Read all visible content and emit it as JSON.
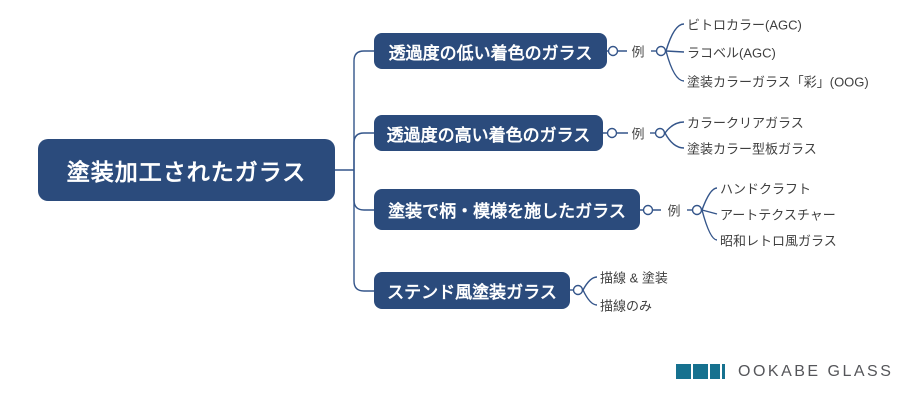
{
  "root": {
    "label": "塗装加工されたガラス"
  },
  "branches": [
    {
      "label": "透過度の低い着色のガラス",
      "example_label": "例",
      "children": [
        "ビトロカラー(AGC)",
        "ラコベル(AGC)",
        "塗装カラーガラス「彩」(OOG)"
      ]
    },
    {
      "label": "透過度の高い着色のガラス",
      "example_label": "例",
      "children": [
        "カラークリアガラス",
        "塗装カラー型板ガラス"
      ]
    },
    {
      "label": "塗装で柄・模様を施したガラス",
      "example_label": "例",
      "children": [
        "ハンドクラフト",
        "アートテクスチャー",
        "昭和レトロ風ガラス"
      ]
    },
    {
      "label": "ステンド風塗装ガラス",
      "children": [
        "描線 & 塗装",
        "描線のみ"
      ]
    }
  ],
  "logo": {
    "text": "OOKABE GLASS"
  },
  "colors": {
    "node_fill": "#2b4b7c",
    "node_text": "#ffffff",
    "connector": "#34558a",
    "leaf_text": "#3f3f3f",
    "logo_mark": "#16718f",
    "logo_text": "#55565a",
    "background": "#ffffff"
  }
}
